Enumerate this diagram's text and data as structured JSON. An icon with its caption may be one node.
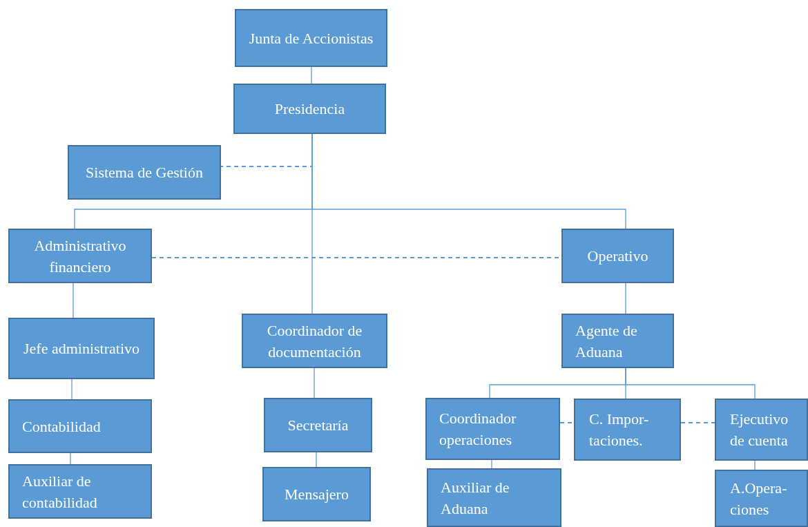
{
  "diagram": {
    "nodes": [
      {
        "text": [
          "Junta de Accionistas"
        ]
      },
      {
        "text": [
          "Presidencia"
        ]
      },
      {
        "text": [
          "Sistema de Gestión"
        ]
      },
      {
        "text": [
          "Administrativo financiero"
        ]
      },
      {
        "text": [
          "Operativo"
        ]
      },
      {
        "text": [
          "Jefe administrativo"
        ]
      },
      {
        "text": [
          "Coordinador de documentación"
        ]
      },
      {
        "text": [
          "Agente de Aduana"
        ]
      },
      {
        "text": [
          "Contabilidad"
        ]
      },
      {
        "text": [
          "Auxiliar de contabilidad"
        ]
      },
      {
        "text": [
          "Secretaría"
        ]
      },
      {
        "text": [
          "Mensajero"
        ]
      },
      {
        "text": [
          "Coordinador operaciones"
        ]
      },
      {
        "text": [
          "C. Impor- taciones."
        ]
      },
      {
        "text": [
          "Ejecutivo de cuenta"
        ]
      },
      {
        "text": [
          "Auxiliar de Aduana"
        ]
      },
      {
        "text": [
          "A.Opera- ciones"
        ]
      }
    ],
    "edges": [
      {
        "from": 0,
        "to": 1,
        "arrow": "none"
      },
      {
        "from": 1,
        "to": 6,
        "arrow": "none"
      },
      {
        "from": 1,
        "to": 2,
        "arrow": "none",
        "style": "dashed"
      },
      {
        "from": 1,
        "to": 3,
        "arrow": "none"
      },
      {
        "from": 1,
        "to": 4,
        "arrow": "none"
      },
      {
        "from": 3,
        "to": 4,
        "arrow": "none",
        "style": "dashed"
      },
      {
        "from": 3,
        "to": 5,
        "arrow": "none"
      },
      {
        "from": 5,
        "to": 8,
        "arrow": "none"
      },
      {
        "from": 8,
        "to": 9,
        "arrow": "none"
      },
      {
        "from": 6,
        "to": 10,
        "arrow": "none"
      },
      {
        "from": 10,
        "to": 11,
        "arrow": "none"
      },
      {
        "from": 4,
        "to": 7,
        "arrow": "none"
      },
      {
        "from": 7,
        "to": 12,
        "arrow": "none"
      },
      {
        "from": 7,
        "to": 13,
        "arrow": "none"
      },
      {
        "from": 7,
        "to": 14,
        "arrow": "none"
      },
      {
        "from": 12,
        "to": 13,
        "arrow": "none",
        "style": "dashed"
      },
      {
        "from": 13,
        "to": 14,
        "arrow": "none",
        "style": "dashed"
      },
      {
        "from": 12,
        "to": 15,
        "arrow": "none"
      },
      {
        "from": 14,
        "to": 16,
        "arrow": "none"
      }
    ]
  }
}
